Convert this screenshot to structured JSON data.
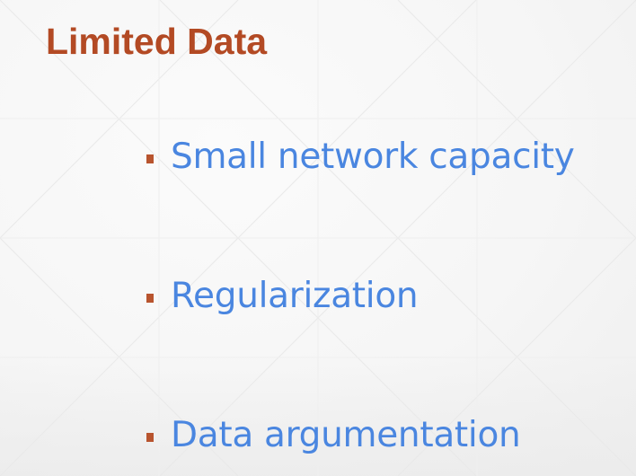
{
  "slide": {
    "title": "Limited Data",
    "bullets": [
      {
        "label": "Small network capacity"
      },
      {
        "label": "Regularization"
      },
      {
        "label": "Data argumentation"
      }
    ]
  },
  "colors": {
    "title": "#b34a24",
    "bullet_marker": "#b8542e",
    "bullet_text": "#4a86e0",
    "background": "#f6f6f6"
  }
}
